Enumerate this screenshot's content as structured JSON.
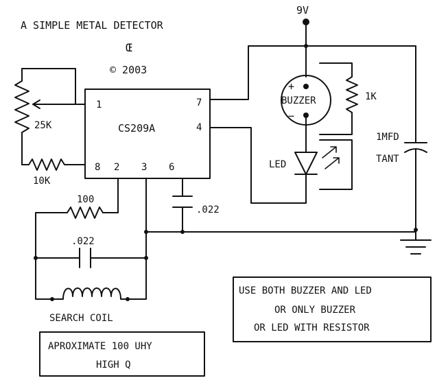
{
  "title": "A SIMPLE METAL DETECTOR",
  "author_mark": "Œ",
  "copyright": "© 2003",
  "supply": "9V",
  "ic": {
    "name": "CS209A",
    "pins": {
      "p1": "1",
      "p7": "7",
      "p4": "4",
      "p8": "8",
      "p2": "2",
      "p3": "3",
      "p6": "6"
    }
  },
  "components": {
    "pot": "25K",
    "r_10k": "10K",
    "r_100": "100",
    "c_022_pin6": ".022",
    "c_022_coil": ".022",
    "coil": "SEARCH COIL",
    "buzzer": "BUZZER",
    "buzzer_plus": "+",
    "buzzer_minus": "−",
    "r_1k": "1K",
    "led": "LED",
    "cap_tant_value": "1MFD",
    "cap_tant_type": "TANT"
  },
  "notes": {
    "coil_box": [
      "APROXIMATE 100 UHY",
      "HIGH Q"
    ],
    "output_box": [
      "USE BOTH BUZZER AND LED",
      "OR ONLY BUZZER",
      "OR LED WITH RESISTOR"
    ]
  }
}
